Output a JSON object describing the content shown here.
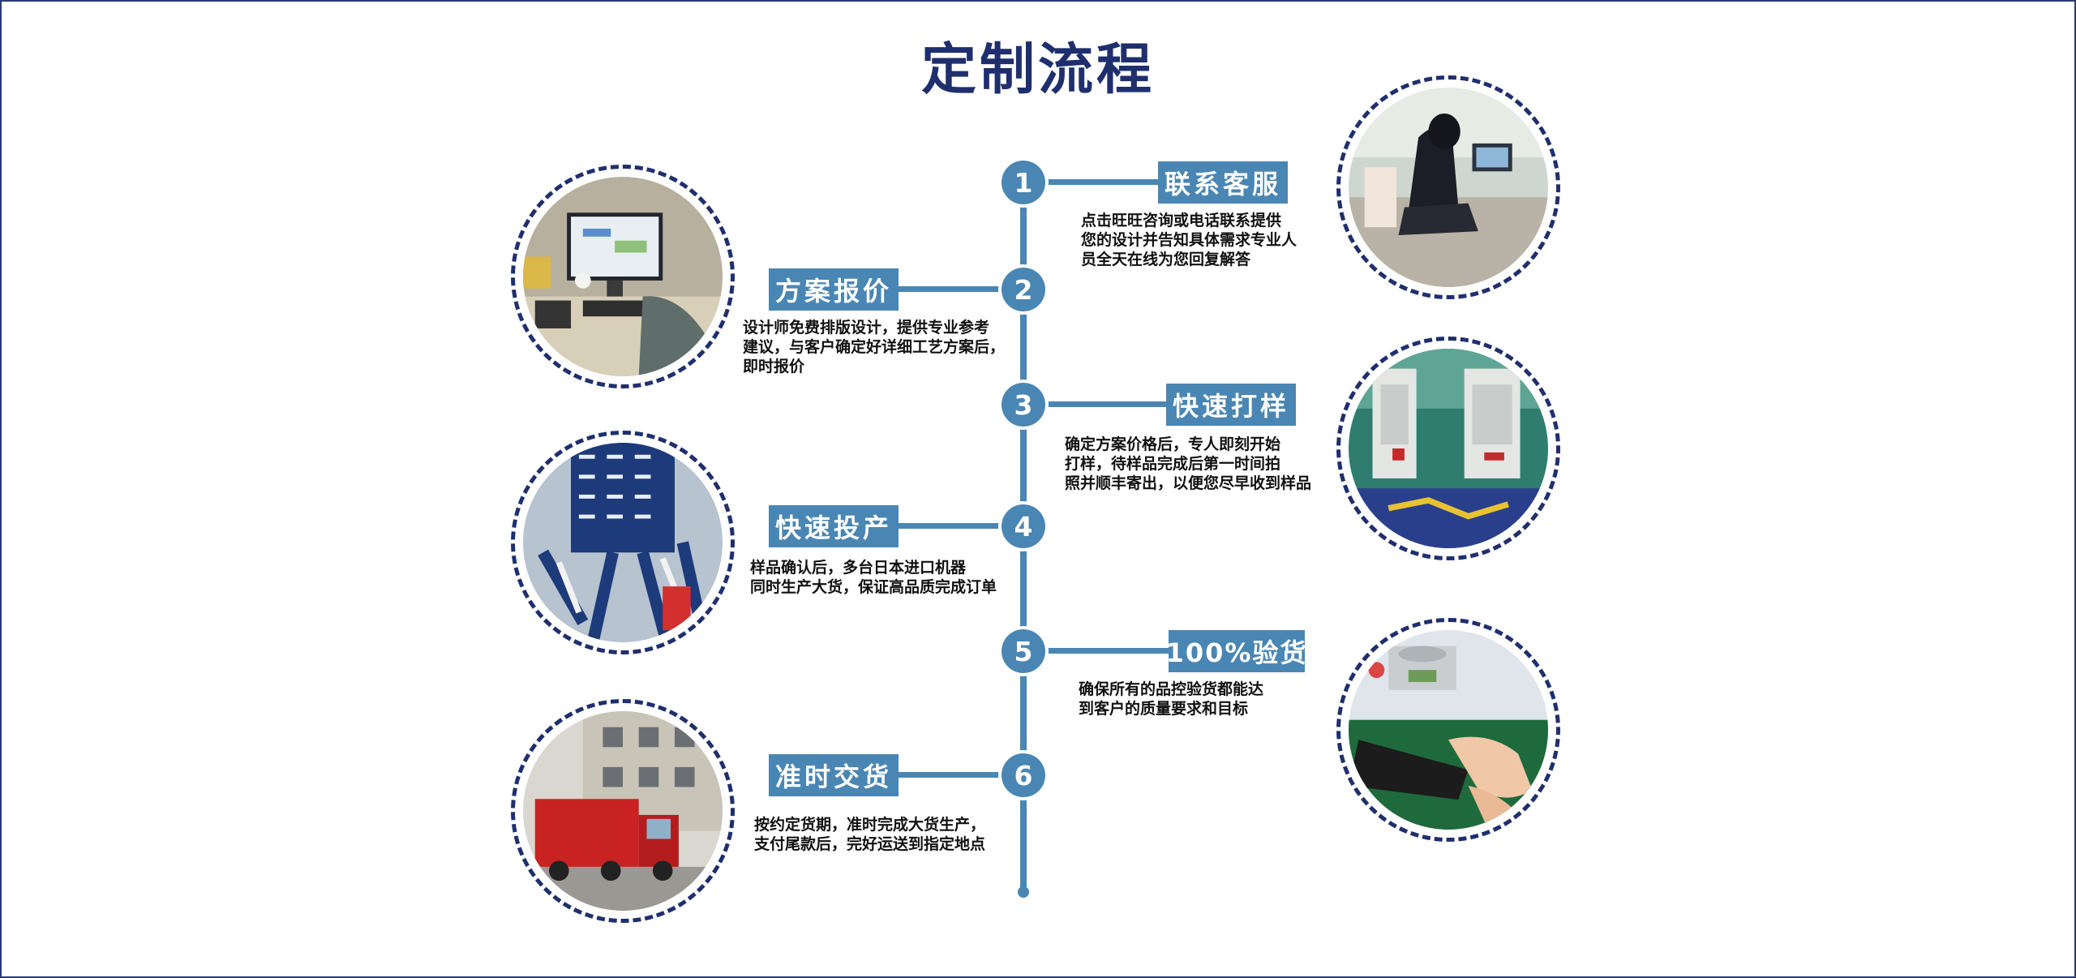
{
  "title": "定制流程",
  "steps": [
    {
      "num": "1",
      "label": "联系客服",
      "desc": "点击旺旺咨询或电话联系提供\n您的设计并告知具体需求专业人\n员全天在线为您回复解答",
      "photo": "customer-service-photo"
    },
    {
      "num": "2",
      "label": "方案报价",
      "desc": "设计师免费排版设计，提供专业参考\n建议，与客户确定好详细工艺方案后，\n即时报价",
      "photo": "designer-computer-photo"
    },
    {
      "num": "3",
      "label": "快速打样",
      "desc": "确定方案价格后，专人即刻开始\n打样，待样品完成后第一时间拍\n照并顺丰寄出，以便您尽早收到样品",
      "photo": "embroidery-machine-photo"
    },
    {
      "num": "4",
      "label": "快速投产",
      "desc": "样品确认后，多台日本进口机器\n同时生产大货，保证高品质完成订单",
      "photo": "lanyard-production-photo"
    },
    {
      "num": "5",
      "label": "100%验货",
      "desc": "确保所有的品控验货都能达\n到客户的质量要求和目标",
      "photo": "quality-inspection-photo"
    },
    {
      "num": "6",
      "label": "准时交货",
      "desc": "按约定货期，准时完成大货生产，\n支付尾款后，完好运送到指定地点",
      "photo": "delivery-truck-photo"
    }
  ],
  "colors": {
    "accent": "#4a86b3",
    "title": "#1f2f6e",
    "border": "#1f2f6e"
  }
}
